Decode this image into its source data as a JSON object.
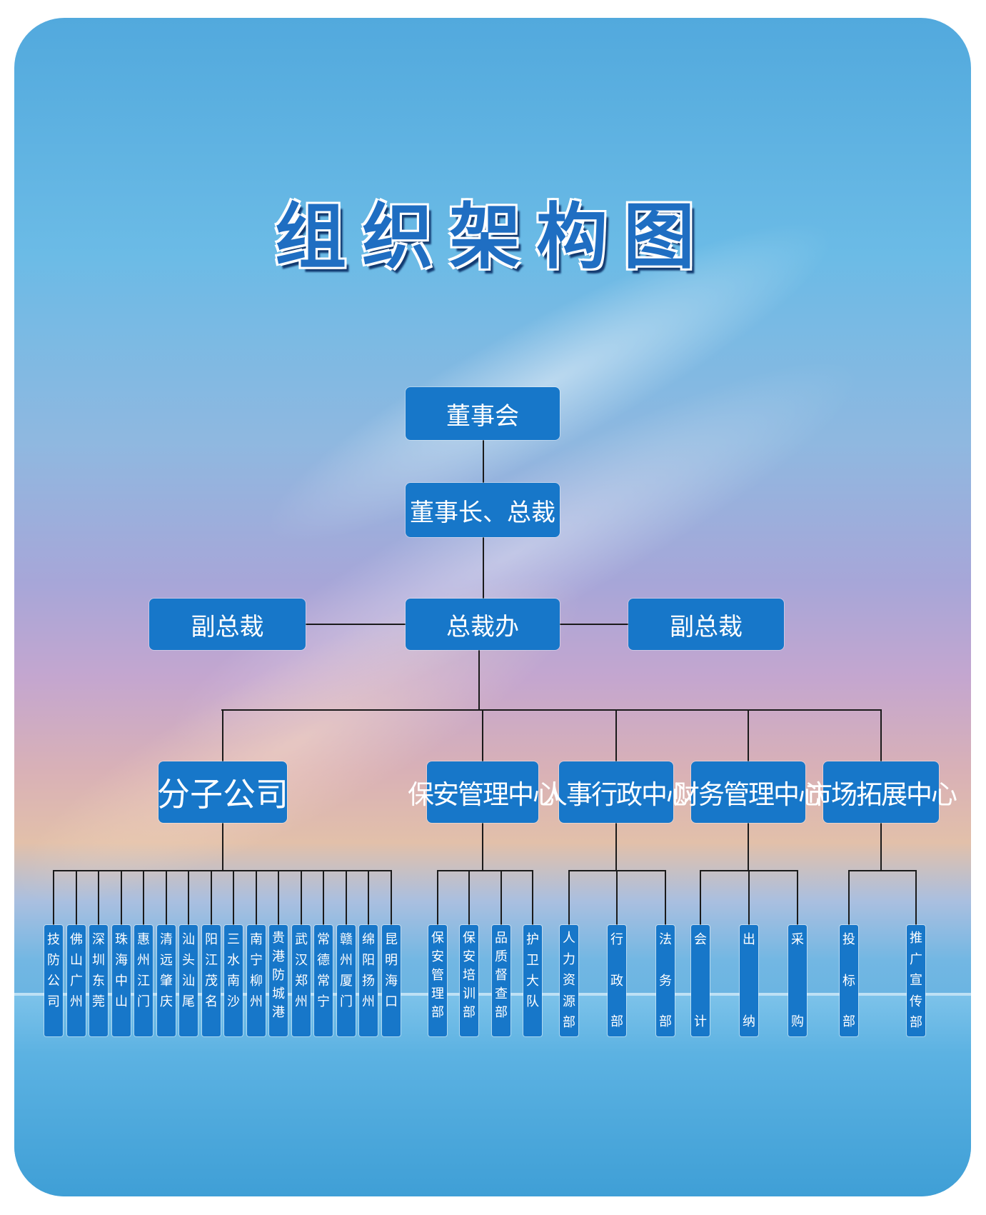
{
  "title": "组织架构图",
  "colors": {
    "box": "#1777c9",
    "title": "#1f6ec2",
    "line": "#1a1a1a"
  },
  "board": "董事会",
  "chairman": "董事长、总裁",
  "president_office": "总裁办",
  "vp_left": "副总裁",
  "vp_right": "副总裁",
  "centers": [
    {
      "name": "分子公司",
      "units": [
        "技防公司",
        "佛山广州",
        "深圳东莞",
        "珠海中山",
        "惠州江门",
        "清远肇庆",
        "汕头汕尾",
        "阳江茂名",
        "三水南沙",
        "南宁柳州",
        "贵港防城港",
        "武汉郑州",
        "常德常宁",
        "赣州厦门",
        "绵阳扬州",
        "昆明海口"
      ]
    },
    {
      "name": "保安管理中心",
      "units": [
        "保安管理部",
        "保安培训部",
        "品质督查部",
        "护卫大队"
      ]
    },
    {
      "name": "人事行政中心",
      "units": [
        "人力资源部",
        "行政部",
        "法务部"
      ]
    },
    {
      "name": "财务管理中心",
      "units": [
        "会计",
        "出纳",
        "采购"
      ]
    },
    {
      "name": "市场拓展中心",
      "units": [
        "投标部",
        "推广宣传部"
      ]
    }
  ]
}
